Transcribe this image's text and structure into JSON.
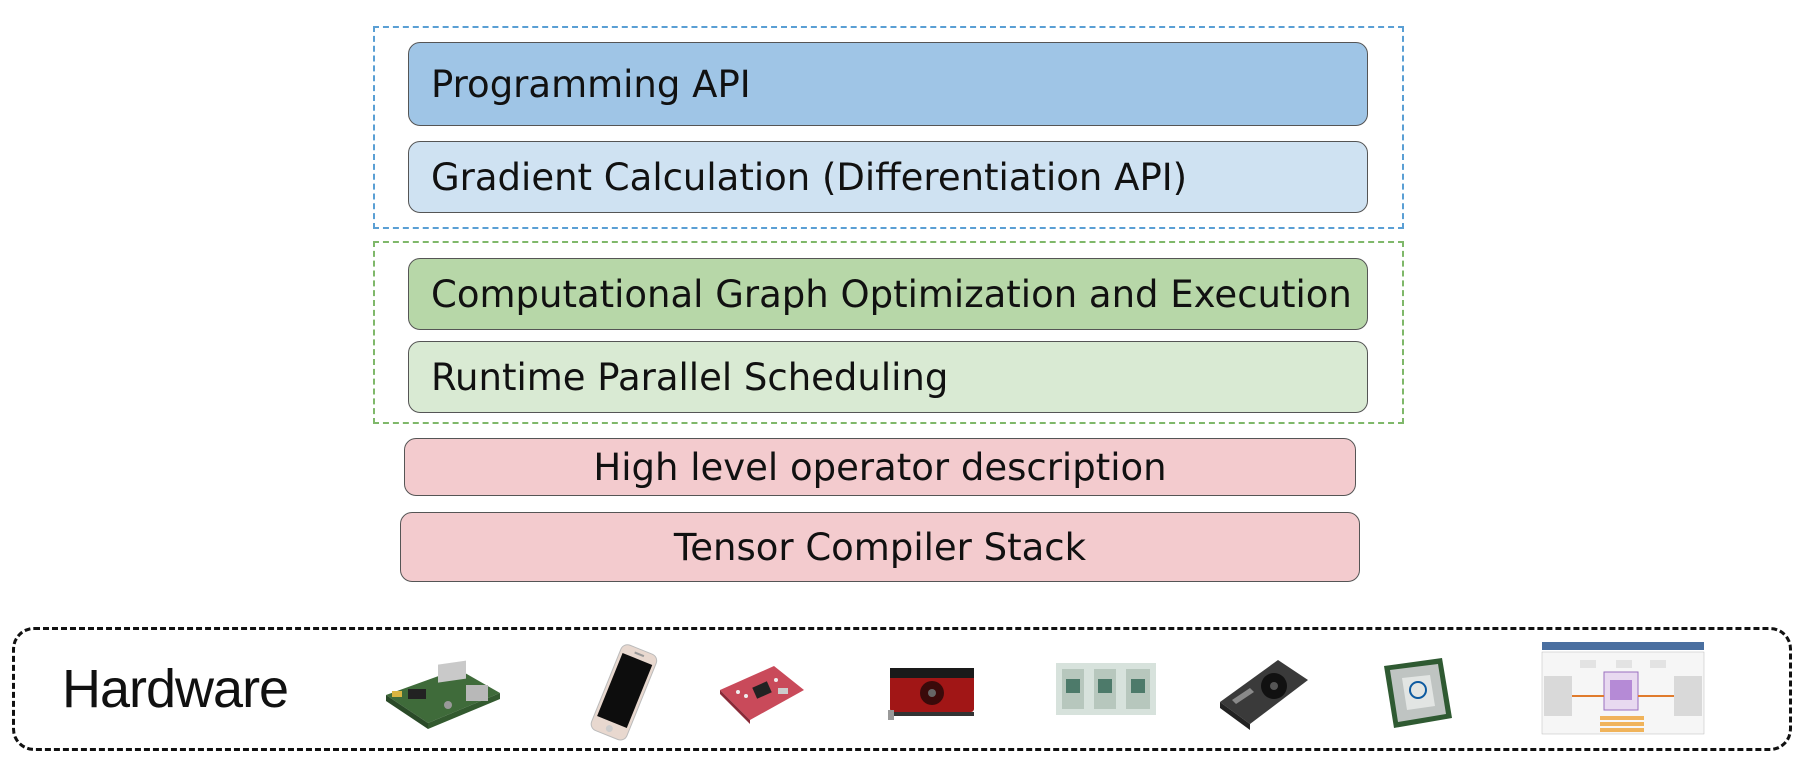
{
  "layers": {
    "programming_api": "Programming API",
    "gradient_calc": "Gradient Calculation (Differentiation API)",
    "graph_opt": "Computational Graph Optimization and Execution",
    "runtime_sched": "Runtime Parallel Scheduling",
    "high_level_op": "High level operator description",
    "tensor_compiler": "Tensor Compiler Stack"
  },
  "hardware": {
    "label": "Hardware",
    "devices": [
      "raspberry-pi",
      "smartphone",
      "fpga-board",
      "amd-gpu",
      "server-board",
      "nvidia-gpu",
      "intel-xeon-cpu",
      "accelerator-schematic"
    ]
  },
  "colors": {
    "blue_dark": "#9fc5e6",
    "blue_light": "#cfe2f2",
    "green_dark": "#b7d7a8",
    "green_light": "#d9ead3",
    "pink": "#f3cbce",
    "blue_dash": "#5a9fd4",
    "green_dash": "#7fb86a"
  }
}
